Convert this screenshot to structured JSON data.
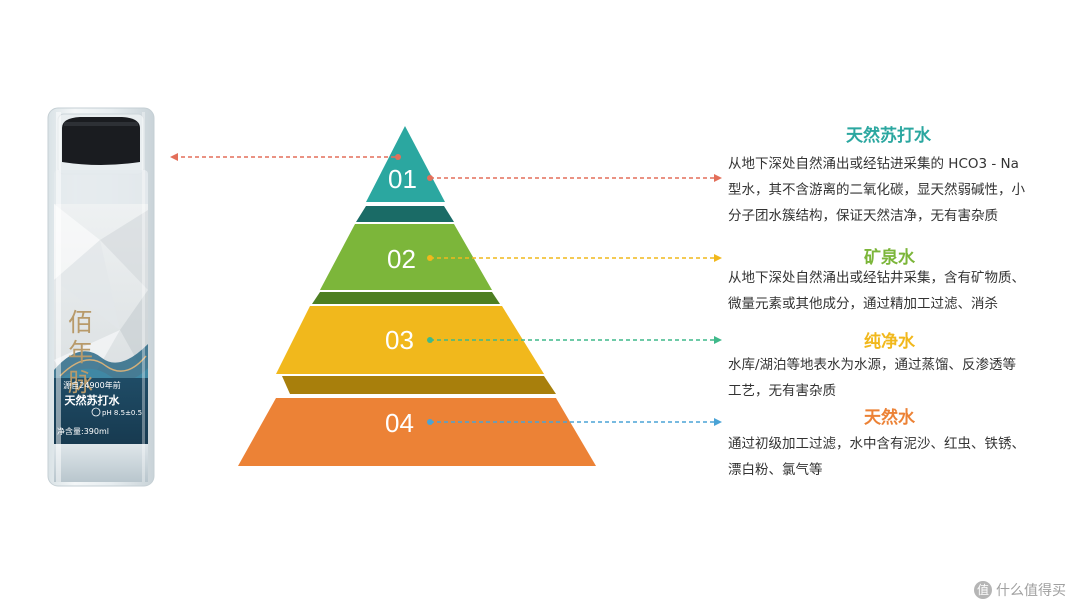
{
  "colors": {
    "tier1": "#2ba7a0",
    "tier2": "#7cb63a",
    "tier3": "#f1b81c",
    "tier4": "#ec8236",
    "title1": "#2ba7a0",
    "title2": "#7cb63a",
    "title3": "#f1b81c",
    "title4": "#ec8236"
  },
  "bottle": {
    "brand_chars": [
      "佰",
      "年",
      "脉"
    ],
    "origin": "源自24900年前",
    "name": "天然苏打水",
    "ph": "pH 8.5±0.5",
    "volume": "净含量:390ml"
  },
  "pyramid": {
    "tiers": [
      {
        "number": "01",
        "title": "天然苏打水",
        "lines": [
          "从地下深处自然涌出或经钻进采集的  HCO3 - Na",
          "型水，其不含游离的二氧化碳，显天然弱碱性，小",
          "分子团水簇结构，保证天然洁净，无有害杂质"
        ]
      },
      {
        "number": "02",
        "title": "矿泉水",
        "lines": [
          "从地下深处自然涌出或经钻井采集，含有矿物质、",
          "微量元素或其他成分，通过精加工过滤、消杀"
        ]
      },
      {
        "number": "03",
        "title": "纯净水",
        "lines": [
          "水库/湖泊等地表水为水源，通过蒸馏、反渗透等",
          "工艺，无有害杂质"
        ]
      },
      {
        "number": "04",
        "title": "天然水",
        "lines": [
          "通过初级加工过滤，水中含有泥沙、红虫、铁锈、",
          "漂白粉、氯气等"
        ]
      }
    ]
  },
  "watermark": {
    "icon": "值",
    "text": "什么值得买"
  }
}
